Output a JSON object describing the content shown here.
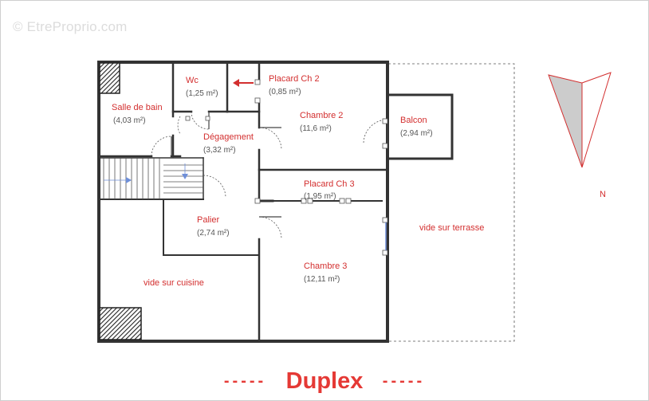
{
  "watermark": "© EtreProprio.com",
  "title": {
    "dashes_left": "-----",
    "text": "Duplex",
    "dashes_right": "-----"
  },
  "compass": {
    "label": "N"
  },
  "rooms": [
    {
      "id": "salle-de-bain",
      "name": "Salle de bain",
      "area": "(4,03 m²)"
    },
    {
      "id": "wc",
      "name": "Wc",
      "area": "(1,25 m²)"
    },
    {
      "id": "placard-ch2",
      "name": "Placard Ch 2",
      "area": "(0,85 m²)"
    },
    {
      "id": "chambre-2",
      "name": "Chambre 2",
      "area": "(11,6 m²)"
    },
    {
      "id": "balcon",
      "name": "Balcon",
      "area": "(2,94 m²)"
    },
    {
      "id": "degagement",
      "name": "Dégagement",
      "area": "(3,32 m²)"
    },
    {
      "id": "placard-ch3",
      "name": "Placard Ch 3",
      "area": "(1,95 m²)"
    },
    {
      "id": "palier",
      "name": "Palier",
      "area": "(2,74 m²)"
    },
    {
      "id": "chambre-3",
      "name": "Chambre 3",
      "area": "(12,11 m²)"
    }
  ],
  "voids": {
    "cuisine": "vide sur cuisine",
    "terrasse": "vide sur terrasse"
  },
  "colors": {
    "label_red": "#d32f2f",
    "title_red": "#e53935",
    "wall": "#333333",
    "compass_fill": "#cccccc"
  }
}
